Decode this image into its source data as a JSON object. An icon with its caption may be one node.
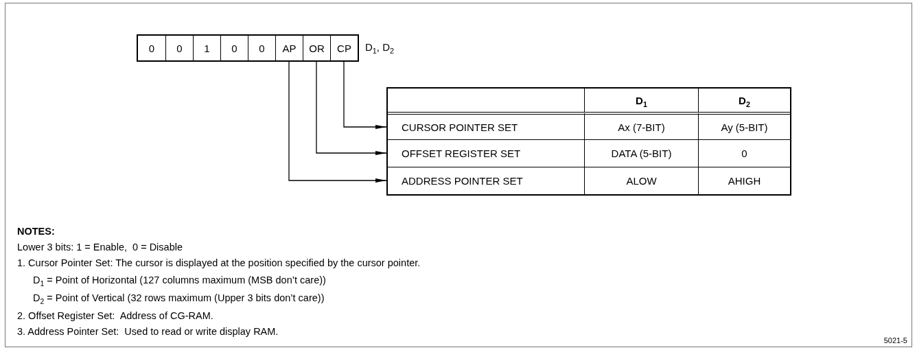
{
  "diagram": {
    "nodes": [
      {
        "text": [],
        "shape": "box",
        "beside": [
          "D$_{1}$, D$_{2}$"
        ]
      },
      {
        "text": [
          "0"
        ],
        "in": 0
      },
      {
        "text": [
          "0"
        ],
        "in": 0
      },
      {
        "text": [
          "1"
        ],
        "in": 0
      },
      {
        "text": [
          "0"
        ],
        "in": 0
      },
      {
        "text": [
          "0"
        ],
        "in": 0
      },
      {
        "text": [
          "AP"
        ],
        "in": 0
      },
      {
        "text": [
          "OR"
        ],
        "in": 0
      },
      {
        "text": [
          "CP"
        ],
        "in": 0
      },
      {
        "text": [
          "CURSOR POINTER SET"
        ]
      },
      {
        "text": [
          "OFFSET REGISTER SET"
        ]
      },
      {
        "text": [
          "ADDRESS POINTER SET"
        ]
      }
    ],
    "edges": [
      {
        "from": 8,
        "to": 9,
        "arrow": "to"
      },
      {
        "from": 7,
        "to": 10,
        "arrow": "to"
      },
      {
        "from": 6,
        "to": 11,
        "arrow": "to"
      }
    ],
    "labels": [
      "D$_{1}$",
      "D$_{2}$",
      "Ax (7-BIT)",
      "Ay (5-BIT)",
      "DATA (5-BIT)",
      "0",
      "ALOW",
      "AHIGH",
      "NOTES:",
      "Lower 3 bits: 1 = Enable,  0 = Disable",
      "1. Cursor Pointer Set: The cursor is displayed at the position specified by the cursor pointer.",
      "D$_{1}$ = Point of Horizontal (127 columns maximum (MSB don’t care))",
      "D$_{2}$ = Point of Vertical (32 rows maximum (Upper 3 bits don’t care))",
      "2. Offset Register Set:  Address of CG-RAM.",
      "3. Address Pointer Set:  Used to read or write display RAM.",
      "5021-5"
    ]
  }
}
